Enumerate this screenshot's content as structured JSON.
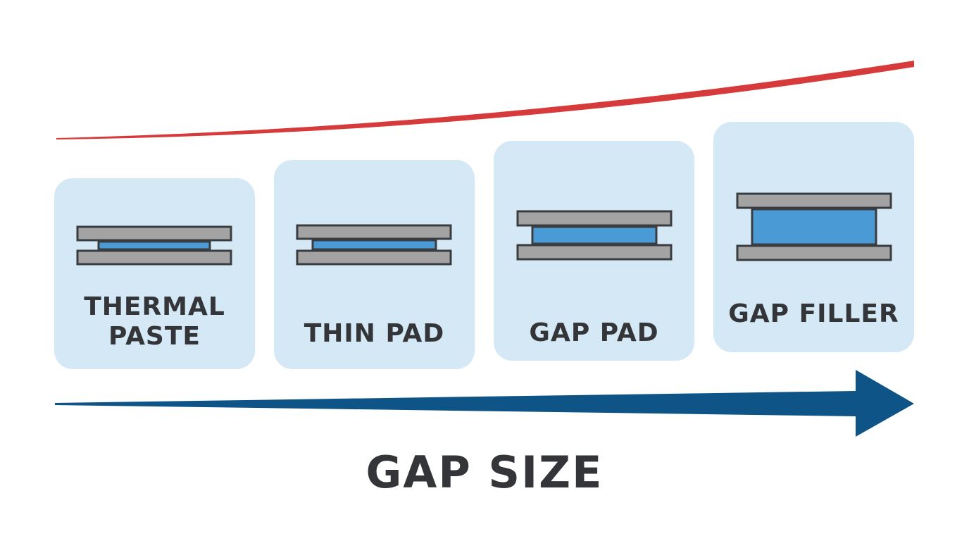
{
  "materials": [
    {
      "label": "THERMAL\nPASTE",
      "gap_level": 1
    },
    {
      "label": "THIN PAD",
      "gap_level": 2
    },
    {
      "label": "GAP PAD",
      "gap_level": 3
    },
    {
      "label": "GAP FILLER",
      "gap_level": 4
    }
  ],
  "axis": {
    "label": "GAP SIZE"
  },
  "colors": {
    "card_fill": "#d4e8f5",
    "plate_fill": "#a3a3a3",
    "plate_stroke": "#3a3d40",
    "material_fill": "#4a9ad6",
    "trend_curve": "#d63a3a",
    "arrow": "#0e5486",
    "text": "#333538"
  }
}
